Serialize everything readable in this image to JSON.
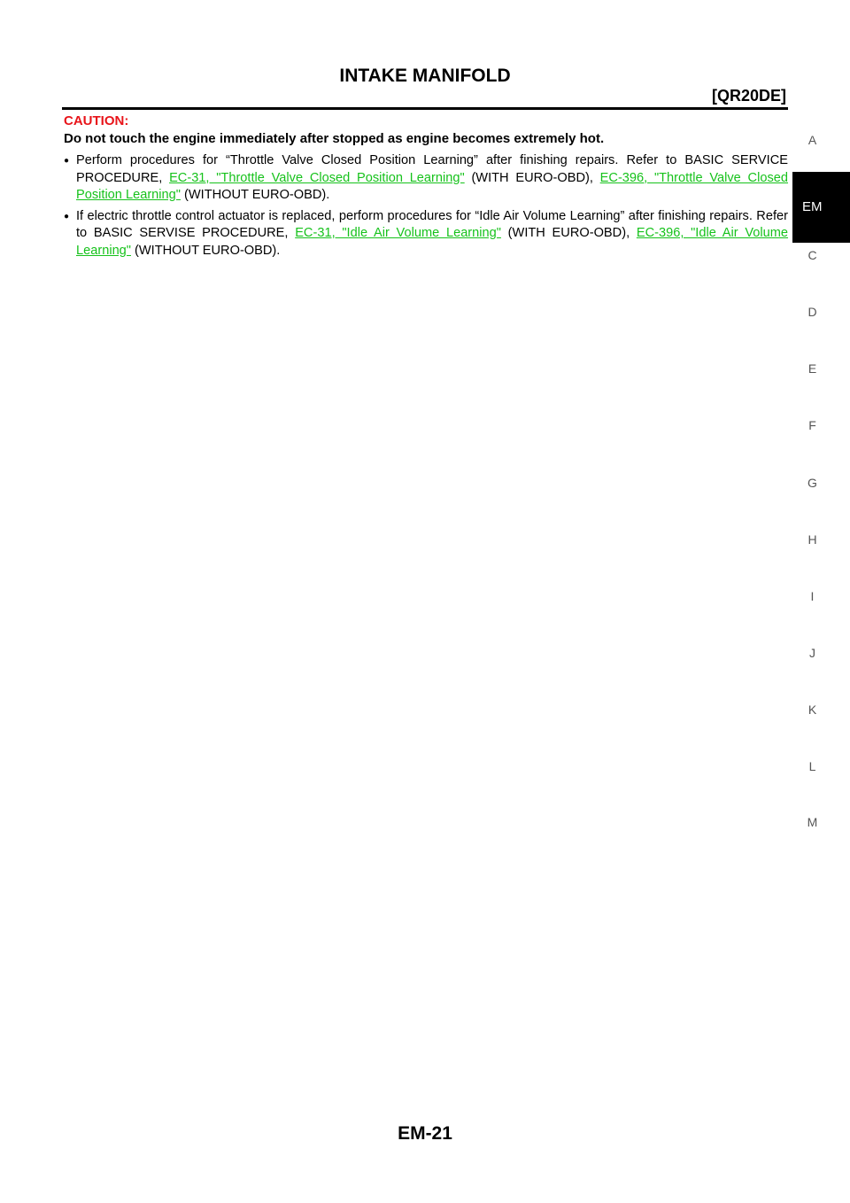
{
  "header": {
    "title": "INTAKE MANIFOLD",
    "model": "[QR20DE]"
  },
  "caution": {
    "label": "CAUTION:",
    "text": "Do not touch the engine immediately after stopped as engine becomes extremely hot."
  },
  "bullets": [
    {
      "text_1": "Perform procedures for “Throttle Valve Closed Position Learning” after finishing repairs. Refer to BASIC SERVICE PROCEDURE, ",
      "link_1": "EC-31, \"Throttle Valve Closed Position Learning\"",
      "text_2": " (WITH EURO-OBD), ",
      "link_2": "EC-396, \"Throttle Valve Closed Position Learning\"",
      "text_3": " (WITHOUT EURO-OBD)."
    },
    {
      "text_1": "If electric throttle control actuator is replaced, perform procedures for “Idle Air Volume Learning” after finishing repairs. Refer to BASIC SERVISE PROCEDURE, ",
      "link_1": "EC-31, \"Idle Air Volume Learning\"",
      "text_2": " (WITH EURO-OBD), ",
      "link_2": "EC-396, \"Idle Air Volume Learning\"",
      "text_3": " (WITHOUT EURO-OBD)."
    }
  ],
  "side_index": {
    "letters": [
      "A",
      "C",
      "D",
      "E",
      "F",
      "G",
      "H",
      "I",
      "J",
      "K",
      "L",
      "M"
    ],
    "active_tab": "EM"
  },
  "footer": {
    "page_number": "EM-21"
  },
  "colors": {
    "caution": "#e8141a",
    "link": "#16c21b"
  }
}
